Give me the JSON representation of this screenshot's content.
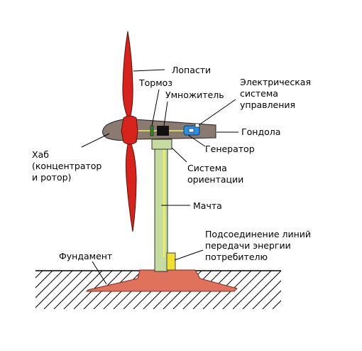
{
  "labels": {
    "blades": "Лопасти",
    "brake": "Тормоз",
    "multiplier": "Умножитель",
    "control_system": [
      "Электрическая",
      "система",
      "управления"
    ],
    "nacelle": "Гондола",
    "generator": "Генератор",
    "hub": [
      "Хаб",
      "(концентратор",
      "и ротор)"
    ],
    "orientation": [
      "Система",
      "ориентации"
    ],
    "mast": "Мачта",
    "power_lines": [
      "Подсоединение линий",
      "передачи энергии",
      "потребителю"
    ],
    "foundation": "Фундамент"
  },
  "colors": {
    "blade": "#d8231c",
    "nacelle": "#8b7a6f",
    "mast": "#c5dba0",
    "foundation": "#e0715a",
    "cable": "#f1f15a",
    "generator": "#2b8fe0",
    "multiplier": "#111111",
    "brake": "#2e8b2e",
    "connector": "#f0e030"
  }
}
